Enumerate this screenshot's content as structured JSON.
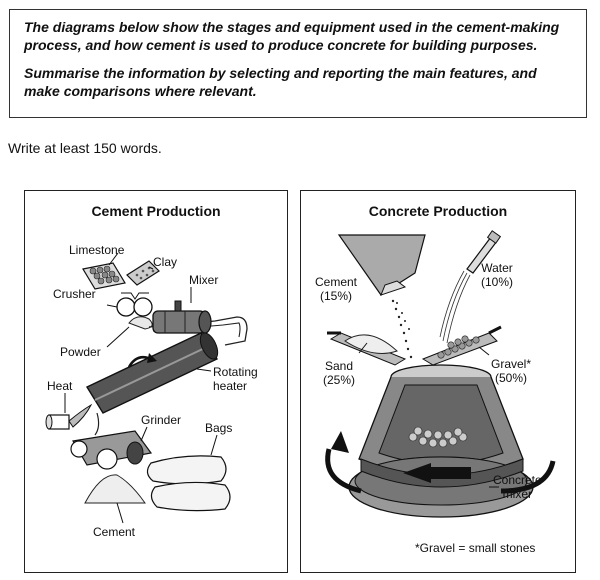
{
  "task": {
    "line1": "The diagrams below show the stages and equipment used in the cement-making process, and how cement is used to produce concrete for building purposes.",
    "line2": "Summarise the information by selecting and reporting the main features, and make comparisons where relevant."
  },
  "instruction": "Write at least 150 words.",
  "cement_panel": {
    "title": "Cement Production",
    "labels": {
      "limestone": "Limestone",
      "clay": "Clay",
      "mixer": "Mixer",
      "crusher": "Crusher",
      "powder": "Powder",
      "rotating_heater_1": "Rotating",
      "rotating_heater_2": "heater",
      "heat": "Heat",
      "grinder": "Grinder",
      "bags": "Bags",
      "cement": "Cement"
    }
  },
  "concrete_panel": {
    "title": "Concrete Production",
    "labels": {
      "cement": "Cement",
      "cement_pct": "(15%)",
      "water": "Water",
      "water_pct": "(10%)",
      "sand": "Sand",
      "sand_pct": "(25%)",
      "gravel": "Gravel*",
      "gravel_pct": "(50%)",
      "mixer_1": "Concrete",
      "mixer_2": "mixer",
      "footnote": "*Gravel = small stones"
    }
  }
}
